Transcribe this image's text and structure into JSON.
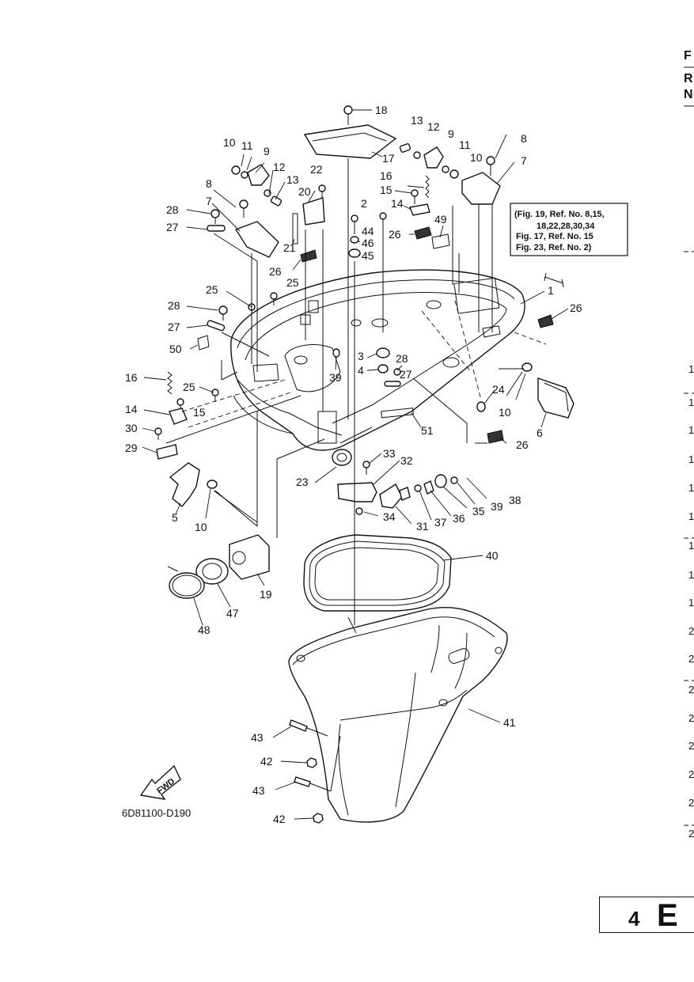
{
  "diagram": {
    "drawing_code": "6D81100-D190",
    "fwd_label": "FWD",
    "note_lines": [
      "(Fig. 19, Ref. No. 8,15,",
      "18,22,28,30,34",
      "Fig. 17, Ref. No. 15",
      "Fig. 23, Ref. No. 2)"
    ],
    "page_badge": {
      "letter": "E",
      "number": "4"
    },
    "right_edge": {
      "header": [
        "F",
        "R",
        "N"
      ],
      "row_markers": [
        "1",
        "1",
        "1",
        "1",
        "1",
        "1",
        "1",
        "1",
        "1",
        "2",
        "2",
        "2",
        "2",
        "2",
        "2",
        "2",
        "2"
      ]
    },
    "callouts": [
      {
        "id": "c18",
        "text": "18"
      },
      {
        "id": "c17",
        "text": "17"
      },
      {
        "id": "c13a",
        "text": "13"
      },
      {
        "id": "c12a",
        "text": "12"
      },
      {
        "id": "c9a",
        "text": "9"
      },
      {
        "id": "c11a",
        "text": "11"
      },
      {
        "id": "c10a",
        "text": "10"
      },
      {
        "id": "c8a",
        "text": "8"
      },
      {
        "id": "c7a",
        "text": "7"
      },
      {
        "id": "c16a",
        "text": "16"
      },
      {
        "id": "c15a",
        "text": "15"
      },
      {
        "id": "c14a",
        "text": "14"
      },
      {
        "id": "c10b",
        "text": "10"
      },
      {
        "id": "c11b",
        "text": "11"
      },
      {
        "id": "c9b",
        "text": "9"
      },
      {
        "id": "c12b",
        "text": "12"
      },
      {
        "id": "c13b",
        "text": "13"
      },
      {
        "id": "c22",
        "text": "22"
      },
      {
        "id": "c20",
        "text": "20"
      },
      {
        "id": "c8b",
        "text": "8"
      },
      {
        "id": "c7b",
        "text": "7"
      },
      {
        "id": "c28a",
        "text": "28"
      },
      {
        "id": "c27a",
        "text": "27"
      },
      {
        "id": "c21",
        "text": "21"
      },
      {
        "id": "c2",
        "text": "2"
      },
      {
        "id": "c44",
        "text": "44"
      },
      {
        "id": "c46",
        "text": "46"
      },
      {
        "id": "c45",
        "text": "45"
      },
      {
        "id": "c26a",
        "text": "26"
      },
      {
        "id": "c49",
        "text": "49"
      },
      {
        "id": "c26b",
        "text": "26"
      },
      {
        "id": "c25a",
        "text": "25"
      },
      {
        "id": "c1",
        "text": "1"
      },
      {
        "id": "c26c",
        "text": "26"
      },
      {
        "id": "c25b",
        "text": "25"
      },
      {
        "id": "c28b",
        "text": "28"
      },
      {
        "id": "c27b",
        "text": "27"
      },
      {
        "id": "c50",
        "text": "50"
      },
      {
        "id": "c3",
        "text": "3"
      },
      {
        "id": "c28c",
        "text": "28"
      },
      {
        "id": "c4",
        "text": "4"
      },
      {
        "id": "c27c",
        "text": "27"
      },
      {
        "id": "c39a",
        "text": "39"
      },
      {
        "id": "c16b",
        "text": "16"
      },
      {
        "id": "c25c",
        "text": "25"
      },
      {
        "id": "c15b",
        "text": "15"
      },
      {
        "id": "c14b",
        "text": "14"
      },
      {
        "id": "c24",
        "text": "24"
      },
      {
        "id": "c10c",
        "text": "10"
      },
      {
        "id": "c6",
        "text": "6"
      },
      {
        "id": "c51",
        "text": "51"
      },
      {
        "id": "c30",
        "text": "30"
      },
      {
        "id": "c26d",
        "text": "26"
      },
      {
        "id": "c29",
        "text": "29"
      },
      {
        "id": "c33",
        "text": "33"
      },
      {
        "id": "c32",
        "text": "32"
      },
      {
        "id": "c23",
        "text": "23"
      },
      {
        "id": "c38",
        "text": "38"
      },
      {
        "id": "c39b",
        "text": "39"
      },
      {
        "id": "c35",
        "text": "35"
      },
      {
        "id": "c36",
        "text": "36"
      },
      {
        "id": "c37",
        "text": "37"
      },
      {
        "id": "c31",
        "text": "31"
      },
      {
        "id": "c34",
        "text": "34"
      },
      {
        "id": "c5",
        "text": "5"
      },
      {
        "id": "c10d",
        "text": "10"
      },
      {
        "id": "c40",
        "text": "40"
      },
      {
        "id": "c19",
        "text": "19"
      },
      {
        "id": "c47",
        "text": "47"
      },
      {
        "id": "c48",
        "text": "48"
      },
      {
        "id": "c41",
        "text": "41"
      },
      {
        "id": "c43a",
        "text": "43"
      },
      {
        "id": "c42a",
        "text": "42"
      },
      {
        "id": "c43b",
        "text": "43"
      },
      {
        "id": "c42b",
        "text": "42"
      }
    ]
  }
}
